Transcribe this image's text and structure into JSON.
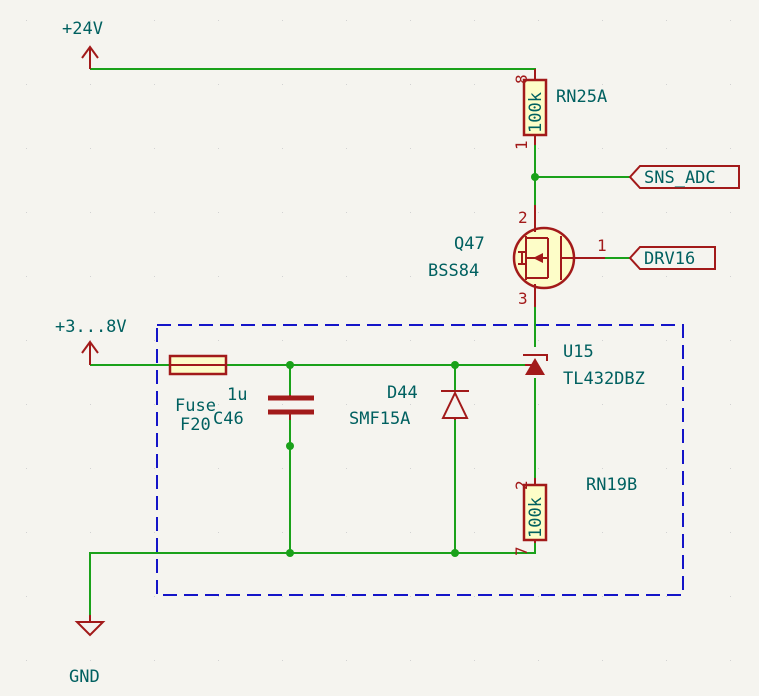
{
  "colors": {
    "background": "#f5f4ef",
    "wire": "#1aa11a",
    "symbol": "#a21a1a",
    "symbol_fill": "#fdfdc8",
    "label": "#006060",
    "group_box": "#1414c8",
    "grid_dot": "#c8c8c8"
  },
  "power": {
    "v24": "+24V",
    "v3_8": "+3...8V",
    "gnd": "GND"
  },
  "rn25a": {
    "ref": "RN25A",
    "value": "100k",
    "pin_top": "8",
    "pin_bottom": "1"
  },
  "sns_adc": {
    "label": "SNS_ADC"
  },
  "q47": {
    "ref": "Q47",
    "value": "BSS84",
    "pin_drain": "2",
    "pin_gate": "1",
    "pin_source": "3"
  },
  "drv16": {
    "label": "DRV16"
  },
  "u15": {
    "ref": "U15",
    "value": "TL432DBZ"
  },
  "f20": {
    "value": "Fuse",
    "ref": "F20"
  },
  "c46": {
    "value": "1u",
    "ref": "C46"
  },
  "d44": {
    "ref": "D44",
    "value": "SMF15A"
  },
  "rn19b": {
    "ref": "RN19B",
    "value": "100k",
    "pin_top": "2",
    "pin_bottom": "7"
  },
  "icons": [
    "power-arrow-icon",
    "ground-icon",
    "resistor-icon",
    "mosfet-icon",
    "shunt-regulator-icon",
    "fuse-icon",
    "capacitor-icon",
    "tvs-diode-icon"
  ]
}
